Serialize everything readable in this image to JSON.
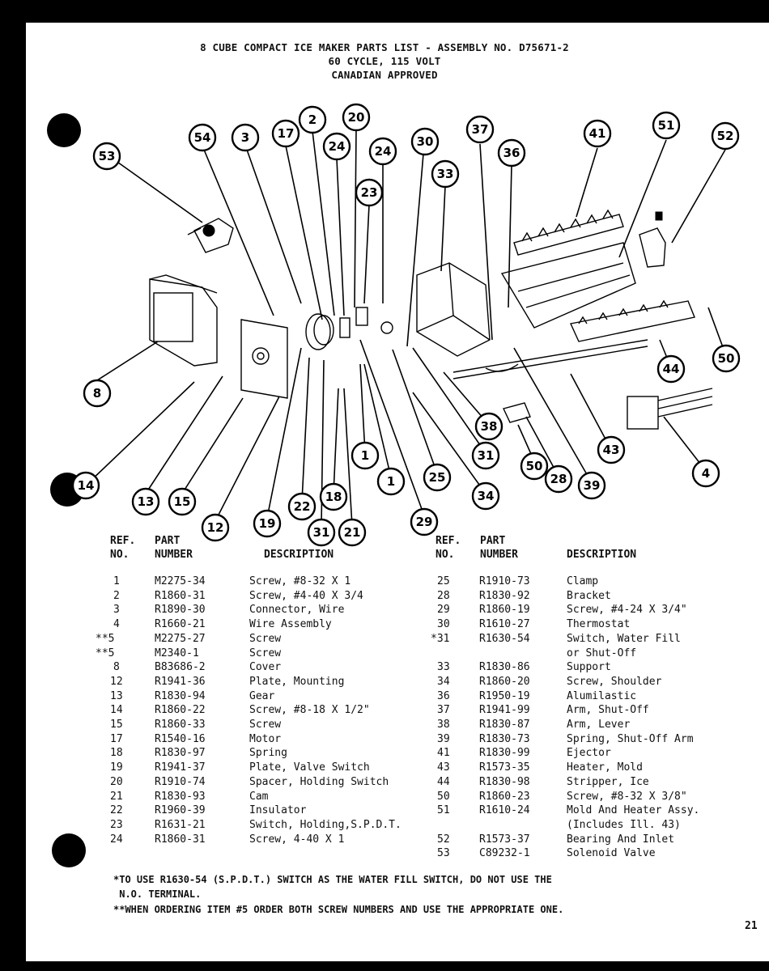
{
  "title": {
    "line1": "8 CUBE COMPACT ICE MAKER PARTS LIST - ASSEMBLY NO. D75671-2",
    "line2": "60 CYCLE, 115 VOLT",
    "line3": "CANADIAN APPROVED"
  },
  "callouts": [
    "53",
    "54",
    "3",
    "17",
    "2",
    "20",
    "24",
    "24",
    "23",
    "30",
    "33",
    "37",
    "36",
    "41",
    "51",
    "52",
    "8",
    "14",
    "13",
    "15",
    "12",
    "19",
    "22",
    "31",
    "18",
    "21",
    "1",
    "1",
    "29",
    "25",
    "34",
    "31",
    "38",
    "50",
    "28",
    "39",
    "43",
    "44",
    "50",
    "4"
  ],
  "table_headers": {
    "left": {
      "ref": "REF.\nNO.",
      "part": "PART\nNUMBER",
      "desc": "DESCRIPTION"
    },
    "right": {
      "ref": "REF.\nNO.",
      "part": "PART\nNUMBER",
      "desc": "DESCRIPTION"
    }
  },
  "left_rows": [
    {
      "ref": "1",
      "part": "M2275-34",
      "desc": "Screw, #8-32 X 1"
    },
    {
      "ref": "2",
      "part": "R1860-31",
      "desc": "Screw, #4-40 X 3/4"
    },
    {
      "ref": "3",
      "part": "R1890-30",
      "desc": "Connector, Wire"
    },
    {
      "ref": "4",
      "part": "R1660-21",
      "desc": "Wire Assembly"
    },
    {
      "ref": "**5",
      "part": "M2275-27",
      "desc": "Screw"
    },
    {
      "ref": "**5",
      "part": "M2340-1",
      "desc": "Screw"
    },
    {
      "ref": "8",
      "part": "B83686-2",
      "desc": "Cover"
    },
    {
      "ref": "12",
      "part": "R1941-36",
      "desc": "Plate, Mounting"
    },
    {
      "ref": "13",
      "part": "R1830-94",
      "desc": "Gear"
    },
    {
      "ref": "14",
      "part": "R1860-22",
      "desc": "Screw, #8-18 X 1/2\""
    },
    {
      "ref": "15",
      "part": "R1860-33",
      "desc": "Screw"
    },
    {
      "ref": "17",
      "part": "R1540-16",
      "desc": "Motor"
    },
    {
      "ref": "18",
      "part": "R1830-97",
      "desc": "Spring"
    },
    {
      "ref": "19",
      "part": "R1941-37",
      "desc": "Plate, Valve Switch"
    },
    {
      "ref": "20",
      "part": "R1910-74",
      "desc": "Spacer, Holding Switch"
    },
    {
      "ref": "21",
      "part": "R1830-93",
      "desc": "Cam"
    },
    {
      "ref": "22",
      "part": "R1960-39",
      "desc": "Insulator"
    },
    {
      "ref": "23",
      "part": "R1631-21",
      "desc": "Switch, Holding,S.P.D.T."
    },
    {
      "ref": "24",
      "part": "R1860-31",
      "desc": "Screw, 4-40 X 1"
    }
  ],
  "right_rows": [
    {
      "ref": "25",
      "part": "R1910-73",
      "desc": "Clamp"
    },
    {
      "ref": "28",
      "part": "R1830-92",
      "desc": "Bracket"
    },
    {
      "ref": "29",
      "part": "R1860-19",
      "desc": "Screw, #4-24 X 3/4\""
    },
    {
      "ref": "30",
      "part": "R1610-27",
      "desc": "Thermostat"
    },
    {
      "ref": "*31",
      "part": "R1630-54",
      "desc": "Switch, Water Fill"
    },
    {
      "ref": "",
      "part": "",
      "desc": "or Shut-Off"
    },
    {
      "ref": "33",
      "part": "R1830-86",
      "desc": "Support"
    },
    {
      "ref": "34",
      "part": "R1860-20",
      "desc": "Screw, Shoulder"
    },
    {
      "ref": "36",
      "part": "R1950-19",
      "desc": "Alumilastic"
    },
    {
      "ref": "37",
      "part": "R1941-99",
      "desc": "Arm, Shut-Off"
    },
    {
      "ref": "38",
      "part": "R1830-87",
      "desc": "Arm, Lever"
    },
    {
      "ref": "39",
      "part": "R1830-73",
      "desc": "Spring, Shut-Off Arm"
    },
    {
      "ref": "41",
      "part": "R1830-99",
      "desc": "Ejector"
    },
    {
      "ref": "43",
      "part": "R1573-35",
      "desc": "Heater, Mold"
    },
    {
      "ref": "44",
      "part": "R1830-98",
      "desc": "Stripper, Ice"
    },
    {
      "ref": "50",
      "part": "R1860-23",
      "desc": "Screw, #8-32 X 3/8\""
    },
    {
      "ref": "51",
      "part": "R1610-24",
      "desc": "Mold And Heater Assy."
    },
    {
      "ref": "",
      "part": "",
      "desc": "(Includes Ill. 43)"
    },
    {
      "ref": "52",
      "part": "R1573-37",
      "desc": "Bearing And Inlet"
    },
    {
      "ref": "53",
      "part": "C89232-1",
      "desc": "Solenoid Valve"
    }
  ],
  "notes": {
    "note1_line1": "*TO USE R1630-54 (S.P.D.T.) SWITCH AS THE WATER FILL SWITCH, DO NOT USE THE",
    "note1_line2": " N.O. TERMINAL.",
    "note2": "**WHEN ORDERING ITEM #5 ORDER BOTH SCREW NUMBERS AND USE THE APPROPRIATE ONE."
  },
  "page_number": "21"
}
